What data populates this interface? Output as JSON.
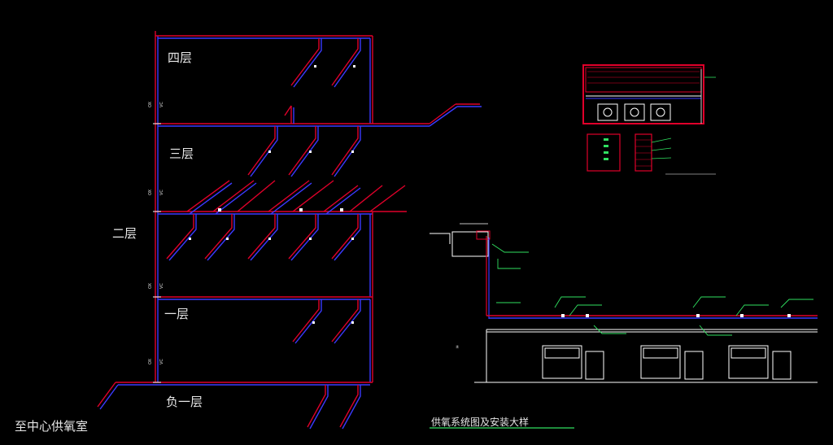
{
  "floors": {
    "floor4": "四层",
    "floor3": "三层",
    "floor2": "二层",
    "floor1": "一层",
    "floor_b1": "负一层"
  },
  "titles": {
    "to_center": "至中心供氧室",
    "system_title": "供氧系统图及安装大样"
  },
  "colors": {
    "pipe_red": "#e0002a",
    "pipe_blue": "#3a3aff",
    "line_white": "#f2f2f2",
    "label_green": "#30e060",
    "background": "#000000"
  }
}
